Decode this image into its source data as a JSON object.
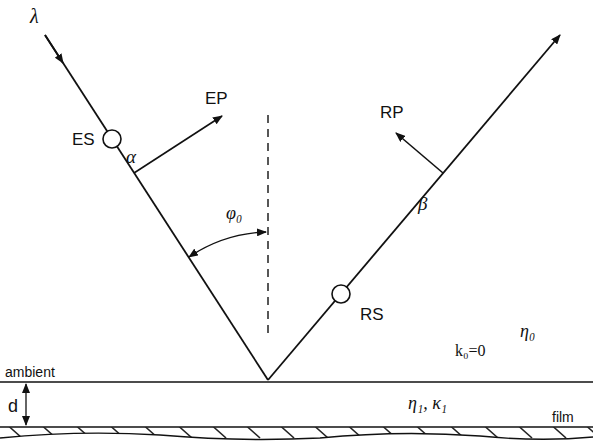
{
  "diagram": {
    "labels": [
      "λ",
      "EP",
      "ES",
      "α",
      "φ₀",
      "β",
      "RP",
      "RS",
      "η₀",
      "k₀=0",
      "ambient",
      "d",
      "η₁, κ₁",
      "film"
    ]
  }
}
